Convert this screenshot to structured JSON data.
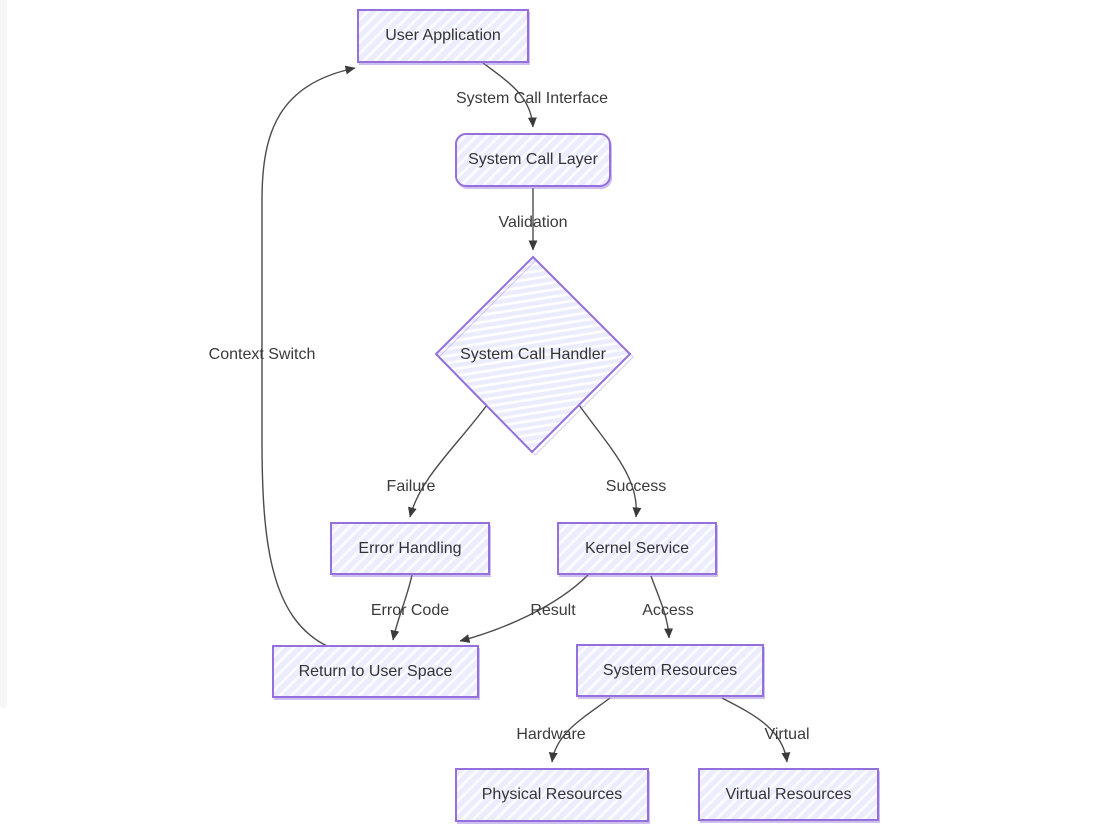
{
  "diagram": {
    "type": "flowchart",
    "style": "hand-drawn",
    "colors": {
      "node_fill": "#ECECFF",
      "node_border": "#9370DB",
      "edge_stroke": "#4b4b4b",
      "text": "#333333",
      "background": "#ffffff"
    },
    "nodes": [
      {
        "id": "user-application",
        "label": "User Application",
        "shape": "rect"
      },
      {
        "id": "system-call-layer",
        "label": "System Call Layer",
        "shape": "rounded-rect"
      },
      {
        "id": "system-call-handler",
        "label": "System Call Handler",
        "shape": "diamond"
      },
      {
        "id": "error-handling",
        "label": "Error Handling",
        "shape": "rect"
      },
      {
        "id": "kernel-service",
        "label": "Kernel Service",
        "shape": "rect"
      },
      {
        "id": "return-to-user-space",
        "label": "Return to User Space",
        "shape": "rect"
      },
      {
        "id": "system-resources",
        "label": "System Resources",
        "shape": "rect"
      },
      {
        "id": "physical-resources",
        "label": "Physical Resources",
        "shape": "rect"
      },
      {
        "id": "virtual-resources",
        "label": "Virtual Resources",
        "shape": "rect"
      }
    ],
    "edges": [
      {
        "from": "User Application",
        "to": "System Call Layer",
        "label": "System Call Interface"
      },
      {
        "from": "System Call Layer",
        "to": "System Call Handler",
        "label": "Validation"
      },
      {
        "from": "System Call Handler",
        "to": "Error Handling",
        "label": "Failure"
      },
      {
        "from": "System Call Handler",
        "to": "Kernel Service",
        "label": "Success"
      },
      {
        "from": "Error Handling",
        "to": "Return to User Space",
        "label": "Error Code"
      },
      {
        "from": "Kernel Service",
        "to": "Return to User Space",
        "label": "Result"
      },
      {
        "from": "Kernel Service",
        "to": "System Resources",
        "label": "Access"
      },
      {
        "from": "System Resources",
        "to": "Physical Resources",
        "label": "Hardware"
      },
      {
        "from": "System Resources",
        "to": "Virtual Resources",
        "label": "Virtual"
      },
      {
        "from": "Return to User Space",
        "to": "User Application",
        "label": "Context Switch"
      }
    ]
  }
}
